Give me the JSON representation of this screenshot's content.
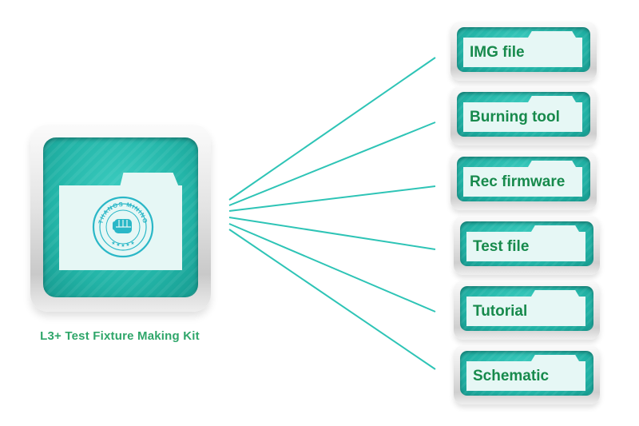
{
  "diagram": {
    "main_caption": "L3+ Test Fixture Making Kit",
    "emblem_text": "THANOS MINING",
    "files": [
      {
        "label": "IMG file"
      },
      {
        "label": "Burning tool"
      },
      {
        "label": "Rec firmware"
      },
      {
        "label": "Test file"
      },
      {
        "label": "Tutorial"
      },
      {
        "label": "Schematic"
      }
    ]
  },
  "colors": {
    "tile_teal": "#23b5a8",
    "connector": "#2ec4b6",
    "label_text": "#178a4c",
    "caption_text": "#2fa66a",
    "folder_paper": "#e6f7f5"
  },
  "icons": [
    "folder-icon",
    "fist-emblem-icon"
  ]
}
